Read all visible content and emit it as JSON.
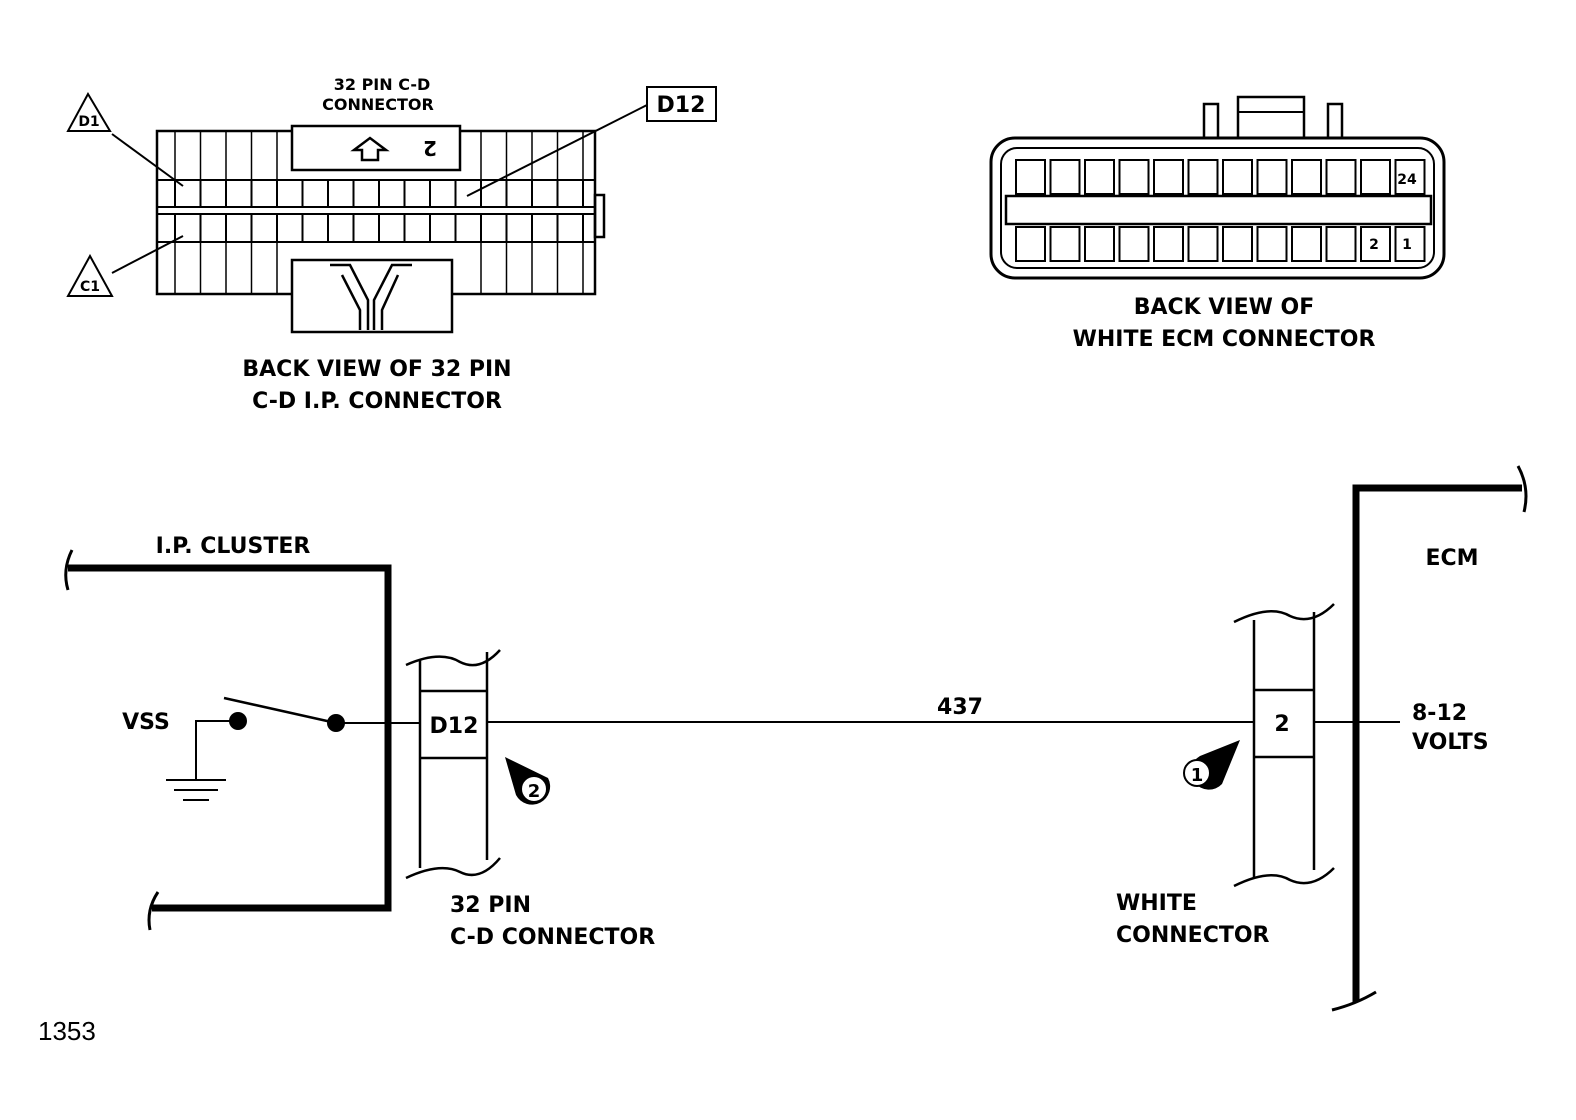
{
  "top_left": {
    "connector_label_line1": "32 PIN C-D",
    "connector_label_line2": "CONNECTOR",
    "callout_pin": "D12",
    "tag_d1": "D1",
    "tag_c1": "C1",
    "housing_mark": "2",
    "caption_line1": "BACK VIEW OF 32 PIN",
    "caption_line2": "C-D  I.P. CONNECTOR"
  },
  "top_right": {
    "pin_24": "24",
    "pin_2": "2",
    "pin_1": "1",
    "caption_line1": "BACK VIEW OF",
    "caption_line2": "WHITE ECM CONNECTOR"
  },
  "schematic": {
    "ip_cluster": "I.P. CLUSTER",
    "vss": "VSS",
    "cd_pin": "D12",
    "wire": "437",
    "white_pin": "2",
    "ecm": "ECM",
    "voltage_line1": "8-12",
    "voltage_line2": "VOLTS",
    "step_1": "1",
    "step_2": "2",
    "cd_caption_line1": "32 PIN",
    "cd_caption_line2": "C-D CONNECTOR",
    "white_caption_line1": "WHITE",
    "white_caption_line2": "CONNECTOR"
  },
  "figure_number": "1353"
}
